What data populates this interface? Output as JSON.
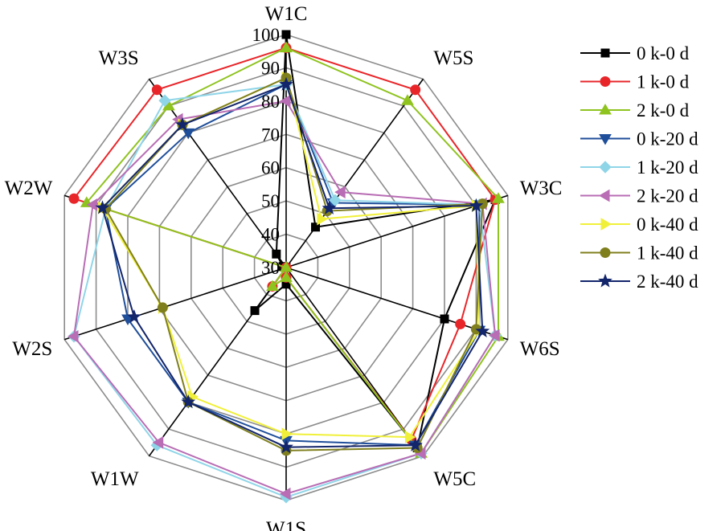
{
  "chart_data": {
    "type": "radar",
    "title": "",
    "axes": [
      "W1C",
      "W5S",
      "W3C",
      "W6S",
      "W5C",
      "W1S",
      "W1W",
      "W2S",
      "W2W",
      "W3S"
    ],
    "rlim": [
      30,
      100
    ],
    "ticks": [
      30,
      40,
      50,
      60,
      70,
      80,
      90,
      100
    ],
    "tick_labels": [
      "30",
      "40",
      "50",
      "60",
      "70",
      "80",
      "90",
      "100"
    ],
    "grid": true,
    "legend_position": "right",
    "series": [
      {
        "name": "0 k-0 d",
        "color": "#000000",
        "marker": "square",
        "values": [
          100,
          45,
          96,
          80,
          97,
          35,
          46,
          30,
          31,
          35
        ]
      },
      {
        "name": "1 k-0 d",
        "color": "#e8262a",
        "marker": "circle",
        "values": [
          96,
          96,
          96,
          85,
          94,
          33,
          37,
          30,
          97,
          96
        ]
      },
      {
        "name": "2 k-0 d",
        "color": "#8fc31f",
        "marker": "triangle-up",
        "values": [
          96,
          92,
          97,
          97,
          99,
          33,
          37,
          30,
          93,
          90
        ]
      },
      {
        "name": "0 k-20 d",
        "color": "#1f4e9a",
        "marker": "triangle-down",
        "values": [
          85,
          54,
          91,
          91,
          96,
          82,
          80,
          80,
          87,
          80
        ]
      },
      {
        "name": "1 k-20 d",
        "color": "#8fd5e8",
        "marker": "diamond",
        "values": [
          85,
          55,
          91,
          96,
          99,
          99,
          96,
          97,
          87,
          92
        ]
      },
      {
        "name": "2 k-20 d",
        "color": "#b86db4",
        "marker": "triangle-left",
        "values": [
          80,
          58,
          92,
          96,
          99,
          98,
          95,
          97,
          91,
          85
        ]
      },
      {
        "name": "0 k-40 d",
        "color": "#f0f03a",
        "marker": "triangle-right",
        "values": [
          87,
          48,
          90,
          91,
          93,
          80,
          78,
          69,
          88,
          83
        ]
      },
      {
        "name": "1 k-40 d",
        "color": "#7f7f1e",
        "marker": "circle",
        "values": [
          87,
          51,
          92,
          90,
          97,
          85,
          80,
          69,
          87,
          83
        ]
      },
      {
        "name": "2 k-40 d",
        "color": "#13256b",
        "marker": "star",
        "values": [
          85,
          52,
          90,
          92,
          96,
          84,
          80,
          78,
          88,
          83
        ]
      }
    ]
  }
}
